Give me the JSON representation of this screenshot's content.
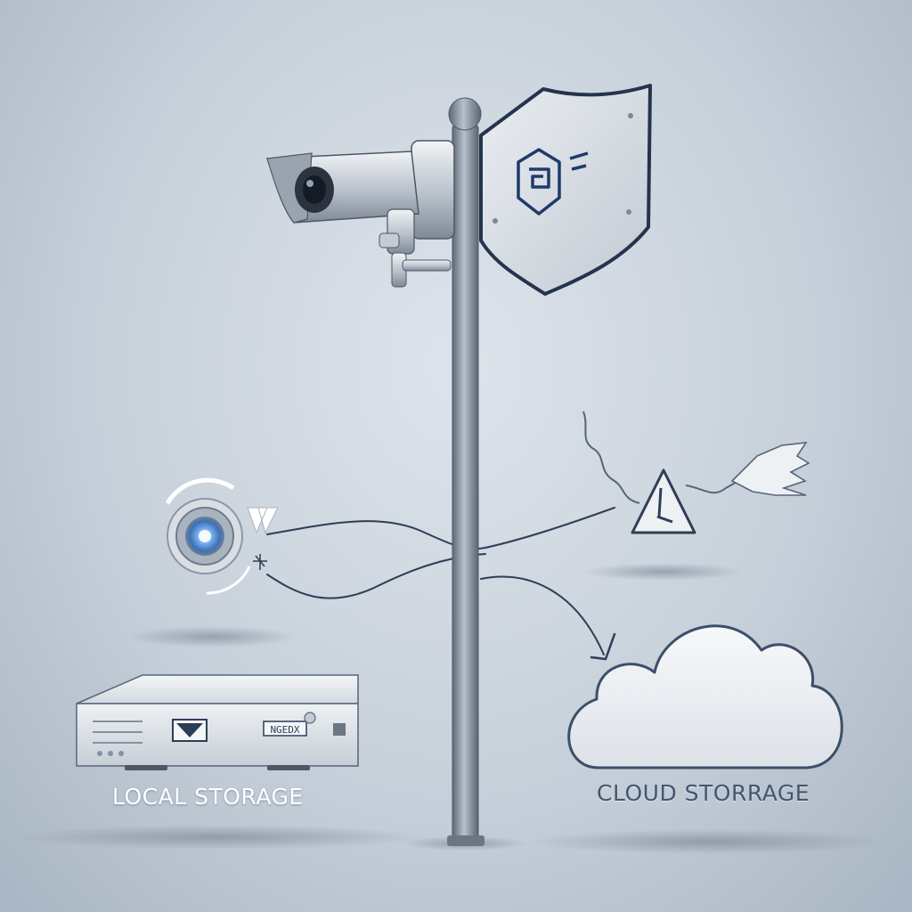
{
  "labels": {
    "local_storage": "LOCAL STORAGE",
    "cloud_storage": "CLOUD STORRAGE",
    "nvr_badge": "NGEDX"
  },
  "icons": {
    "camera": "security-camera-icon",
    "shield": "shield-icon",
    "warning": "warning-triangle-icon",
    "lens": "camera-lens-icon",
    "nvr": "nvr-recorder-icon",
    "cloud": "cloud-icon"
  },
  "colors": {
    "background": "#c7d0da",
    "ink": "#2d3e57",
    "pole": "#7e8a99",
    "lens_glow": "#4f93e6"
  }
}
